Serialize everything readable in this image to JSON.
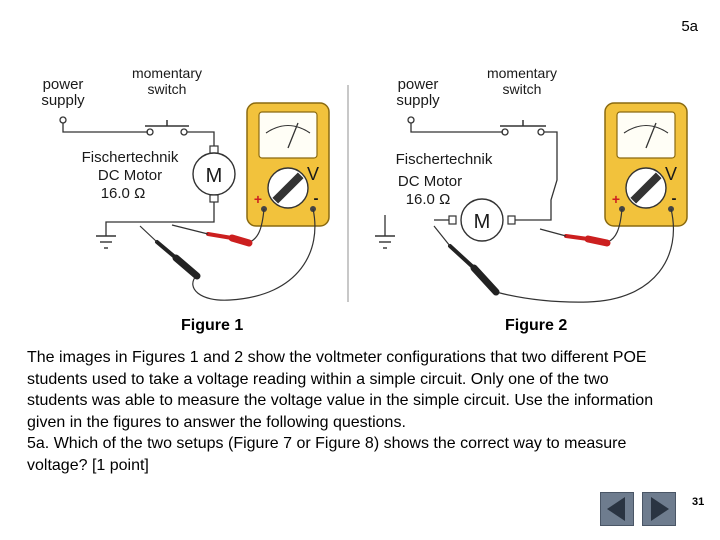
{
  "slide": {
    "id": "5a",
    "page_number": "31"
  },
  "figure1": {
    "power_supply": [
      "power",
      "supply"
    ],
    "switch": [
      "momentary",
      "switch"
    ],
    "motor": [
      "Fischertechnik",
      "DC Motor",
      "16.0 Ω"
    ],
    "motor_symbol": "M",
    "meter_symbol": "V",
    "plus": "+",
    "minus": "-",
    "caption": "Figure 1"
  },
  "figure2": {
    "power_supply": [
      "power",
      "supply"
    ],
    "switch": [
      "momentary",
      "switch"
    ],
    "motor": [
      "Fischertechnik",
      "DC Motor",
      "16.0 Ω"
    ],
    "motor_symbol": "M",
    "meter_symbol": "V",
    "plus": "+",
    "minus": "-",
    "caption": "Figure 2"
  },
  "body": {
    "paragraph": "The images in Figures 1 and 2 show the voltmeter configurations that two different POE students used to take a voltage reading within a simple circuit. Only one of the two students was able to measure the voltage value in the simple circuit. Use the information given in the figures to answer the following questions.",
    "question": "5a. Which of the two setups (Figure 7 or Figure 8) shows the correct way to measure voltage? [1 point]"
  },
  "colors": {
    "meter_body": "#f2c23c",
    "meter_outline": "#8a6a10",
    "probe_red": "#cc1f1f",
    "nav_button": "#6e7c8e"
  },
  "icons": {
    "prev": "triangle-left-icon",
    "next": "triangle-right-icon"
  }
}
